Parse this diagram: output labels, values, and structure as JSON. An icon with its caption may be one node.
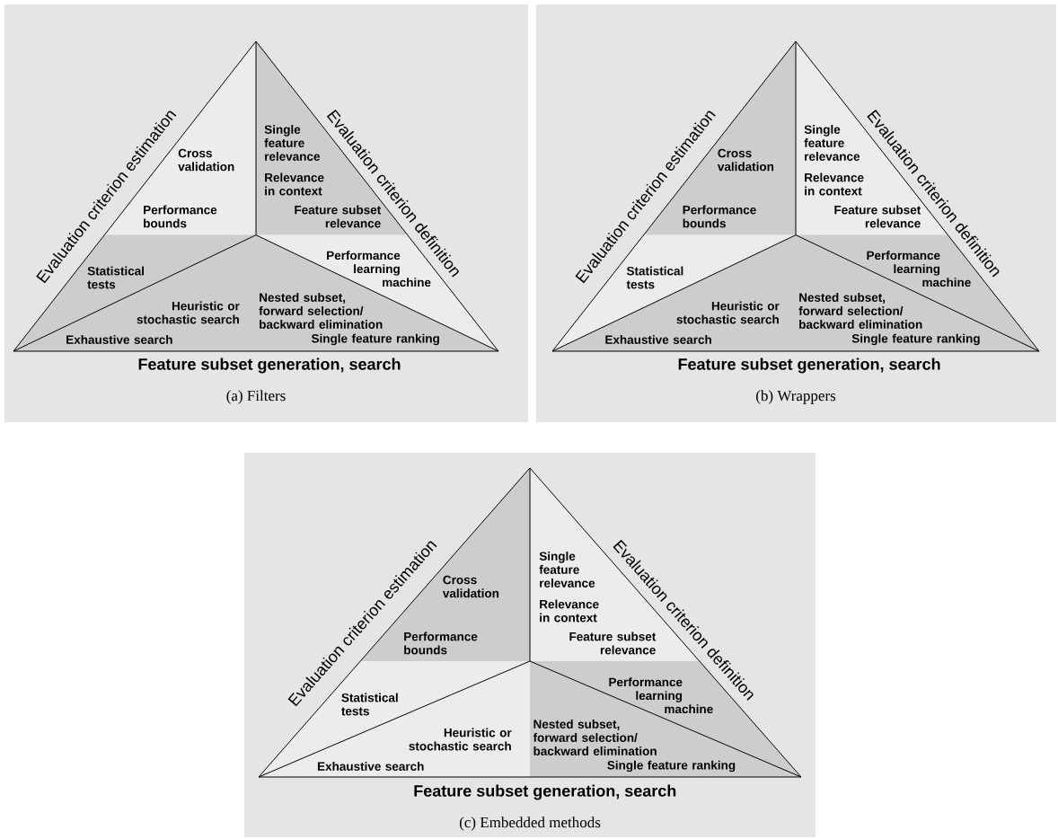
{
  "diagram": {
    "nodes": [
      {
        "text": [
          "(a) Filters"
        ]
      },
      {
        "text": [
          "Evaluation criterion estimation",
          "Evaluation criterion definition",
          "Feature subset generation, search"
        ],
        "in": 0
      },
      {
        "text": [
          "Cross validation",
          "Performance bounds"
        ],
        "in": 1
      },
      {
        "text": [
          "Single feature relevance",
          "Relevance in context",
          "Feature subset relevance"
        ],
        "in": 1
      },
      {
        "text": [
          "Statistical tests"
        ],
        "in": 1
      },
      {
        "text": [
          "Performance learning machine"
        ],
        "in": 1
      },
      {
        "text": [
          "Heuristic or stochastic search",
          "Exhaustive search"
        ],
        "in": 1
      },
      {
        "text": [
          "Nested subset, forward selection/ backward elimination",
          "Single feature ranking"
        ],
        "in": 1
      },
      {
        "text": [
          "(b) Wrappers"
        ]
      },
      {
        "text": [
          "Evaluation criterion estimation",
          "Evaluation criterion definition",
          "Feature subset generation, search"
        ],
        "in": 8
      },
      {
        "text": [
          "Cross validation",
          "Performance bounds"
        ],
        "in": 9
      },
      {
        "text": [
          "Single feature relevance",
          "Relevance in context",
          "Feature subset relevance"
        ],
        "in": 9
      },
      {
        "text": [
          "Statistical tests"
        ],
        "in": 9
      },
      {
        "text": [
          "Performance learning machine"
        ],
        "in": 9
      },
      {
        "text": [
          "Heuristic or stochastic search",
          "Exhaustive search"
        ],
        "in": 9
      },
      {
        "text": [
          "Nested subset, forward selection/ backward elimination",
          "Single feature ranking"
        ],
        "in": 9
      },
      {
        "text": [
          "(c) Embedded methods"
        ]
      },
      {
        "text": [
          "Evaluation criterion estimation",
          "Evaluation criterion definition",
          "Feature subset generation, search"
        ],
        "in": 16
      },
      {
        "text": [
          "Cross validation",
          "Performance bounds"
        ],
        "in": 17
      },
      {
        "text": [
          "Single feature relevance",
          "Relevance in context",
          "Feature subset relevance"
        ],
        "in": 17
      },
      {
        "text": [
          "Statistical tests"
        ],
        "in": 17
      },
      {
        "text": [
          "Performance learning machine"
        ],
        "in": 17
      },
      {
        "text": [
          "Heuristic or stochastic search",
          "Exhaustive search"
        ],
        "in": 17
      },
      {
        "text": [
          "Nested subset, forward selection/ backward elimination",
          "Single feature ranking"
        ],
        "in": 17
      }
    ]
  }
}
